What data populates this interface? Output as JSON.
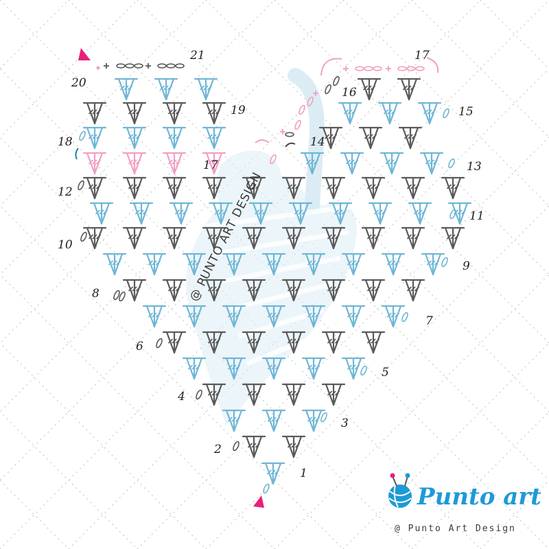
{
  "row_labels": [
    "1",
    "2",
    "3",
    "4",
    "5",
    "6",
    "7",
    "8",
    "9",
    "10",
    "11",
    "12",
    "13",
    "14",
    "15",
    "16",
    "17",
    "18",
    "19",
    "20",
    "21",
    "17"
  ],
  "watermark": "@ PUNTO ART DESIGN",
  "brand": {
    "name": "Punto art",
    "tagline": "@ Punto Art Design"
  },
  "colors": {
    "gray": "#5a5a5a",
    "blue": "#6fb6d6",
    "pink": "#f29fc3",
    "marker": "#e8207b",
    "brand_blue": "#1d9ad6",
    "grid": "#b8b8b8",
    "watermark": "#dcecf4"
  },
  "icons": [
    "yarn-ball-icon",
    "knitting-needle-icon",
    "start-marker-icon",
    "end-marker-icon",
    "turn-arrow-icon"
  ]
}
